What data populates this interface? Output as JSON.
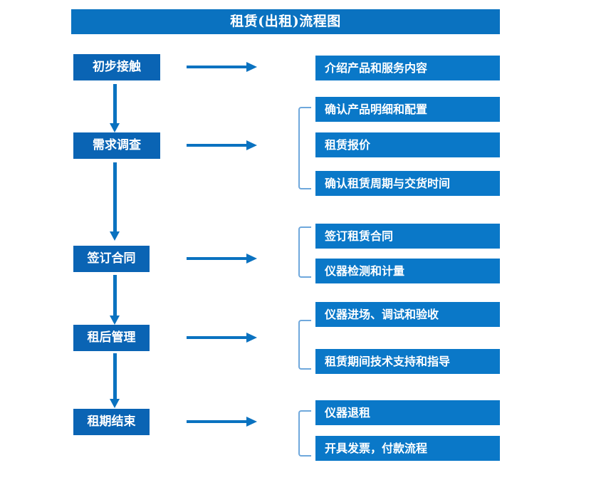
{
  "page": {
    "title": "租赁(出租)流程图",
    "colors": {
      "title_bar": "#0a72c0",
      "stage_box": "#0a64b4",
      "detail_box": "#0a78c8",
      "arrow": "#0a72c0",
      "bracket": "#6fa8dc",
      "text": "#ffffff",
      "background": "#ffffff"
    }
  },
  "flow": {
    "stages": [
      {
        "id": "stage-1",
        "label": "初步接触",
        "details": [
          "介绍产品和服务内容"
        ],
        "bracketed": false
      },
      {
        "id": "stage-2",
        "label": "需求调查",
        "details": [
          "确认产品明细和配置",
          "租赁报价",
          "确认租赁周期与交货时间"
        ],
        "bracketed": true
      },
      {
        "id": "stage-3",
        "label": "签订合同",
        "details": [
          "签订租赁合同",
          "仪器检测和计量"
        ],
        "bracketed": true
      },
      {
        "id": "stage-4",
        "label": "租后管理",
        "details": [
          "仪器进场、调试和验收",
          "租赁期间技术支持和指导"
        ],
        "bracketed": true
      },
      {
        "id": "stage-5",
        "label": "租期结束",
        "details": [
          "仪器退租",
          "开具发票，付款流程"
        ],
        "bracketed": true
      }
    ]
  }
}
